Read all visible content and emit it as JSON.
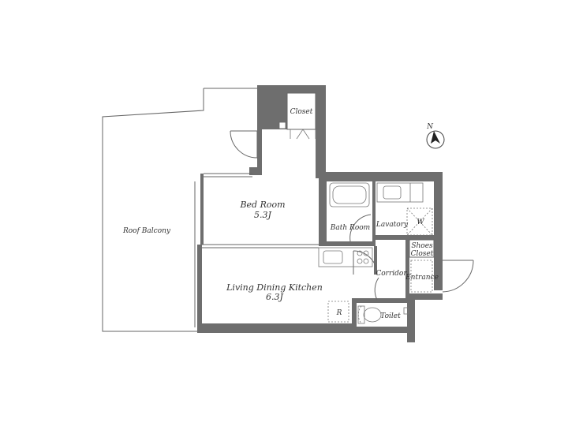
{
  "rooms": {
    "roof_balcony": "Roof Balcony",
    "bed_room": "Bed Room",
    "bed_room_size": "5.3J",
    "closet": "Closet",
    "bath_room": "Bath Room",
    "lavatory": "Lavatory",
    "washer": "W",
    "shoes_closet_line1": "Shoes",
    "shoes_closet_line2": "Closet",
    "corridor": "Corridor",
    "entrance": "Entrance",
    "ldk": "Living Dining Kitchen",
    "ldk_size": "6.3J",
    "refrigerator": "R",
    "toilet": "Toilet"
  },
  "compass": {
    "label": "N"
  },
  "colors": {
    "wall": "#6e6e6e",
    "line": "#666666",
    "background": "#ffffff"
  }
}
